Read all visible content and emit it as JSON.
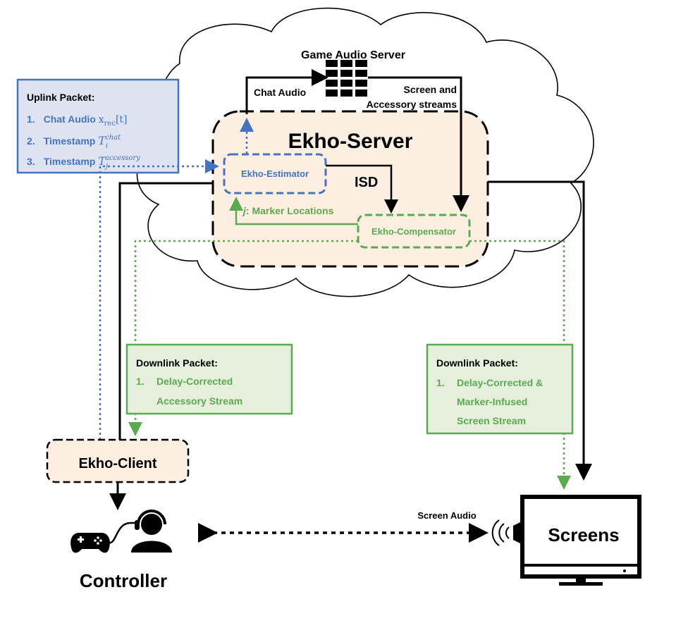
{
  "colors": {
    "blue": "#4472c4",
    "green": "#5aaa4e",
    "black": "#000000",
    "server_fill": "#fcefe2",
    "uplink_fill": "#dde3f0",
    "downlink_fill": "#e5efdc"
  },
  "cloud": {
    "title": "Game Audio Server",
    "icon": "server-rack-icon"
  },
  "server": {
    "title": "Ekho-Server"
  },
  "estimator": {
    "label": "Ekho-Estimator"
  },
  "compensator": {
    "label": "Ekho-Compensator"
  },
  "client": {
    "label": "Ekho-Client"
  },
  "controller": {
    "label": "Controller",
    "icons": [
      "gamepad-icon",
      "headset-user-icon"
    ]
  },
  "screens": {
    "label": "Screens",
    "icons": [
      "monitor-icon",
      "speaker-waves-icon"
    ]
  },
  "edges": {
    "chat_audio": "Chat Audio",
    "screen_streams_1": "Screen and",
    "screen_streams_2": "Accessory streams",
    "isd": "ISD",
    "marker_j": "j",
    "marker_rest": ": Marker Locations",
    "screen_audio": "Screen Audio"
  },
  "uplink": {
    "title": "Uplink Packet:",
    "items": [
      {
        "num": "1.",
        "text": "Chat Audio ",
        "math": "x",
        "sub": "rec",
        "after": "[t]"
      },
      {
        "num": "2.",
        "text": "Timestamp ",
        "math": "T",
        "sub": "i",
        "sup": "chat"
      },
      {
        "num": "3.",
        "text": "Timestamp ",
        "math": "T",
        "sub": "j",
        "sup": "accessory"
      }
    ]
  },
  "downlink_left": {
    "title": "Downlink Packet:",
    "num": "1.",
    "lines": [
      "Delay-Corrected",
      "Accessory Stream"
    ]
  },
  "downlink_right": {
    "title": "Downlink Packet:",
    "num": "1.",
    "lines": [
      "Delay-Corrected &",
      "Marker-Infused",
      "Screen Stream"
    ]
  }
}
